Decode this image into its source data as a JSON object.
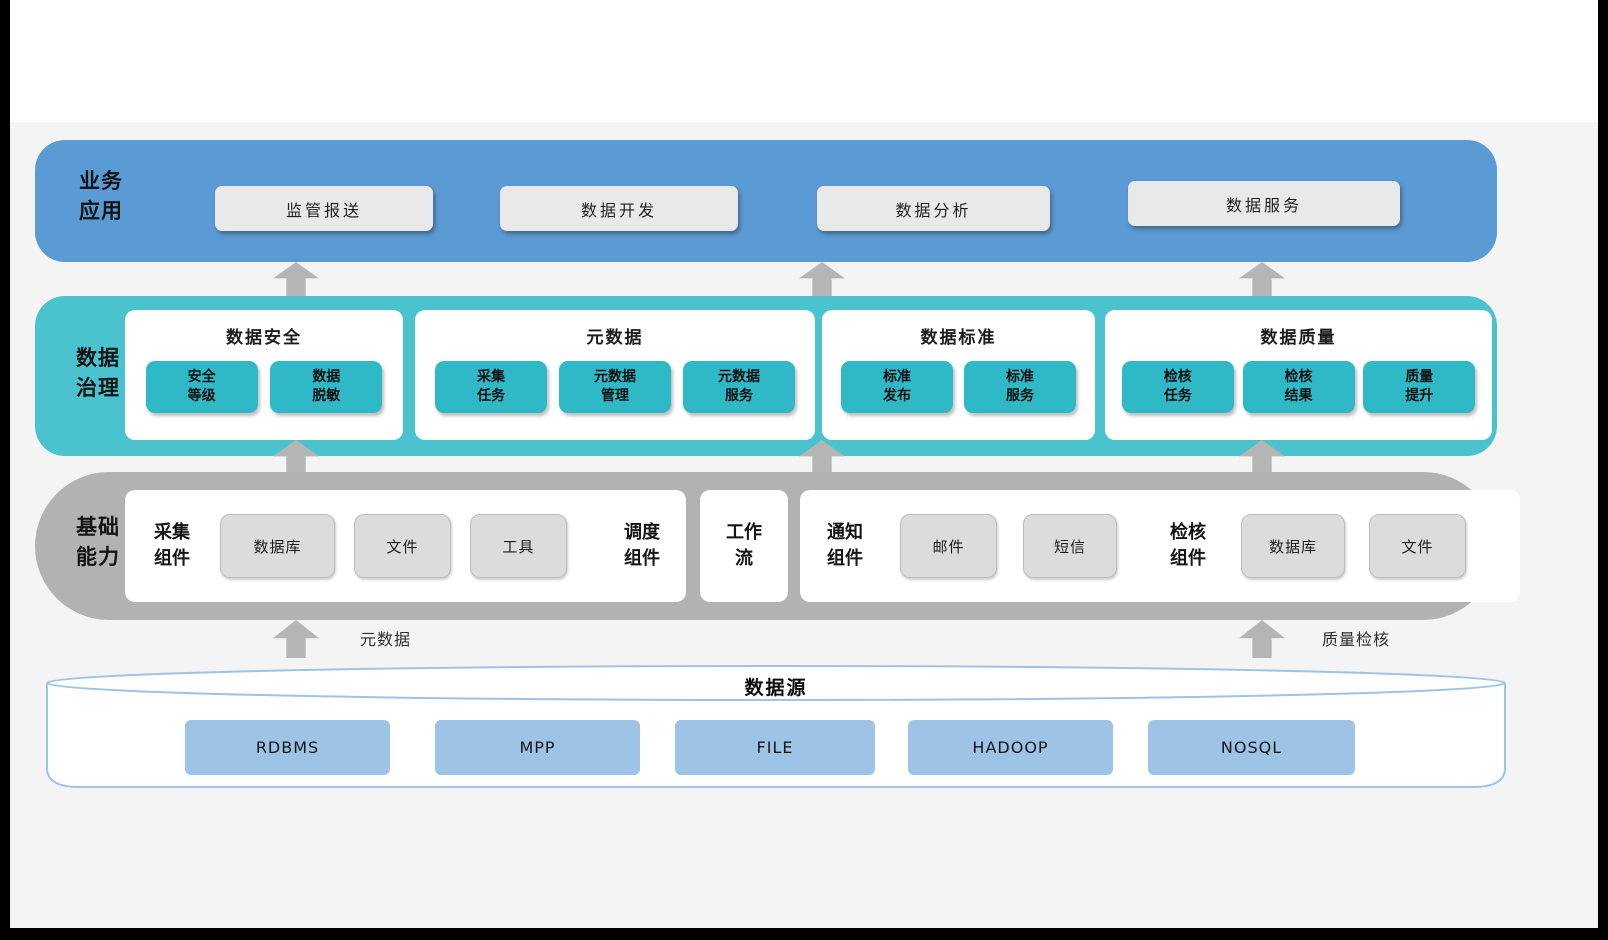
{
  "business": {
    "label": "业务\n应用",
    "items": [
      "监管报送",
      "数据开发",
      "数据分析",
      "数据服务"
    ]
  },
  "governance": {
    "label": "数据\n治理",
    "groups": [
      {
        "title": "数据安全",
        "items": [
          "安全\n等级",
          "数据\n脱敏"
        ]
      },
      {
        "title": "元数据",
        "items": [
          "采集\n任务",
          "元数据\n管理",
          "元数据\n服务"
        ]
      },
      {
        "title": "数据标准",
        "items": [
          "标准\n发布",
          "标准\n服务"
        ]
      },
      {
        "title": "数据质量",
        "items": [
          "检核\n任务",
          "检核\n结果",
          "质量\n提升"
        ]
      }
    ]
  },
  "foundation": {
    "label": "基础\n能力",
    "groups": [
      {
        "title": "采集\n组件",
        "items": [
          "数据库",
          "文件",
          "工具"
        ]
      },
      {
        "title": "调度\n组件",
        "items": []
      },
      {
        "title": "工作\n流",
        "items": []
      },
      {
        "title": "通知\n组件",
        "items": [
          "邮件",
          "短信"
        ]
      },
      {
        "title": "检核\n组件",
        "items": [
          "数据库",
          "文件"
        ]
      }
    ]
  },
  "datasource": {
    "title": "数据源",
    "items": [
      "RDBMS",
      "MPP",
      "FILE",
      "HADOOP",
      "NOSQL"
    ]
  },
  "arrow_labels": {
    "left": "元数据",
    "right": "质量检核"
  },
  "colors": {
    "business_layer": "#5b9bd5",
    "governance_layer": "#4ac3ce",
    "foundation_layer": "#b2b2b2",
    "teal_button": "#2fb9c6",
    "light_button": "#e9e9e9",
    "gray_button": "#dcdcdc",
    "blue_button": "#9dc3e6",
    "arrow": "#b5b5b5"
  }
}
